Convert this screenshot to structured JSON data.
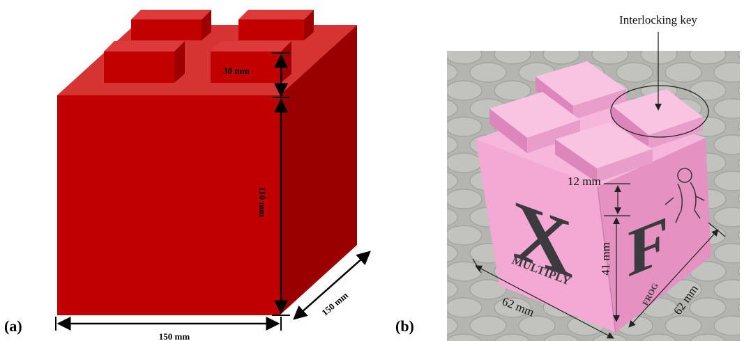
{
  "panel_a": {
    "label": "(a)",
    "dim_key_height": "30 mm",
    "dim_body_height": "110 mm",
    "dim_width": "150 mm",
    "dim_depth": "150 mm",
    "colors": {
      "front": "#c00000",
      "right": "#9a0000",
      "top": "#d63333",
      "key_front": "#c30000",
      "key_side": "#9c0000",
      "key_top": "#dd3b3b"
    }
  },
  "panel_b": {
    "label": "(b)",
    "callout": "Interlocking key",
    "dim_key_height": "12 mm",
    "dim_body_height": "41 mm",
    "dim_width": "62 mm",
    "dim_depth": "62 mm",
    "face_front_word": "MULTIPLY",
    "face_front_glyph": "X",
    "face_side_glyph": "F",
    "face_side_word": "FROG",
    "colors": {
      "front": "#f4a8d4",
      "side": "#e592c3",
      "top": "#f7b7dc",
      "background": "#b7b8b4"
    }
  }
}
